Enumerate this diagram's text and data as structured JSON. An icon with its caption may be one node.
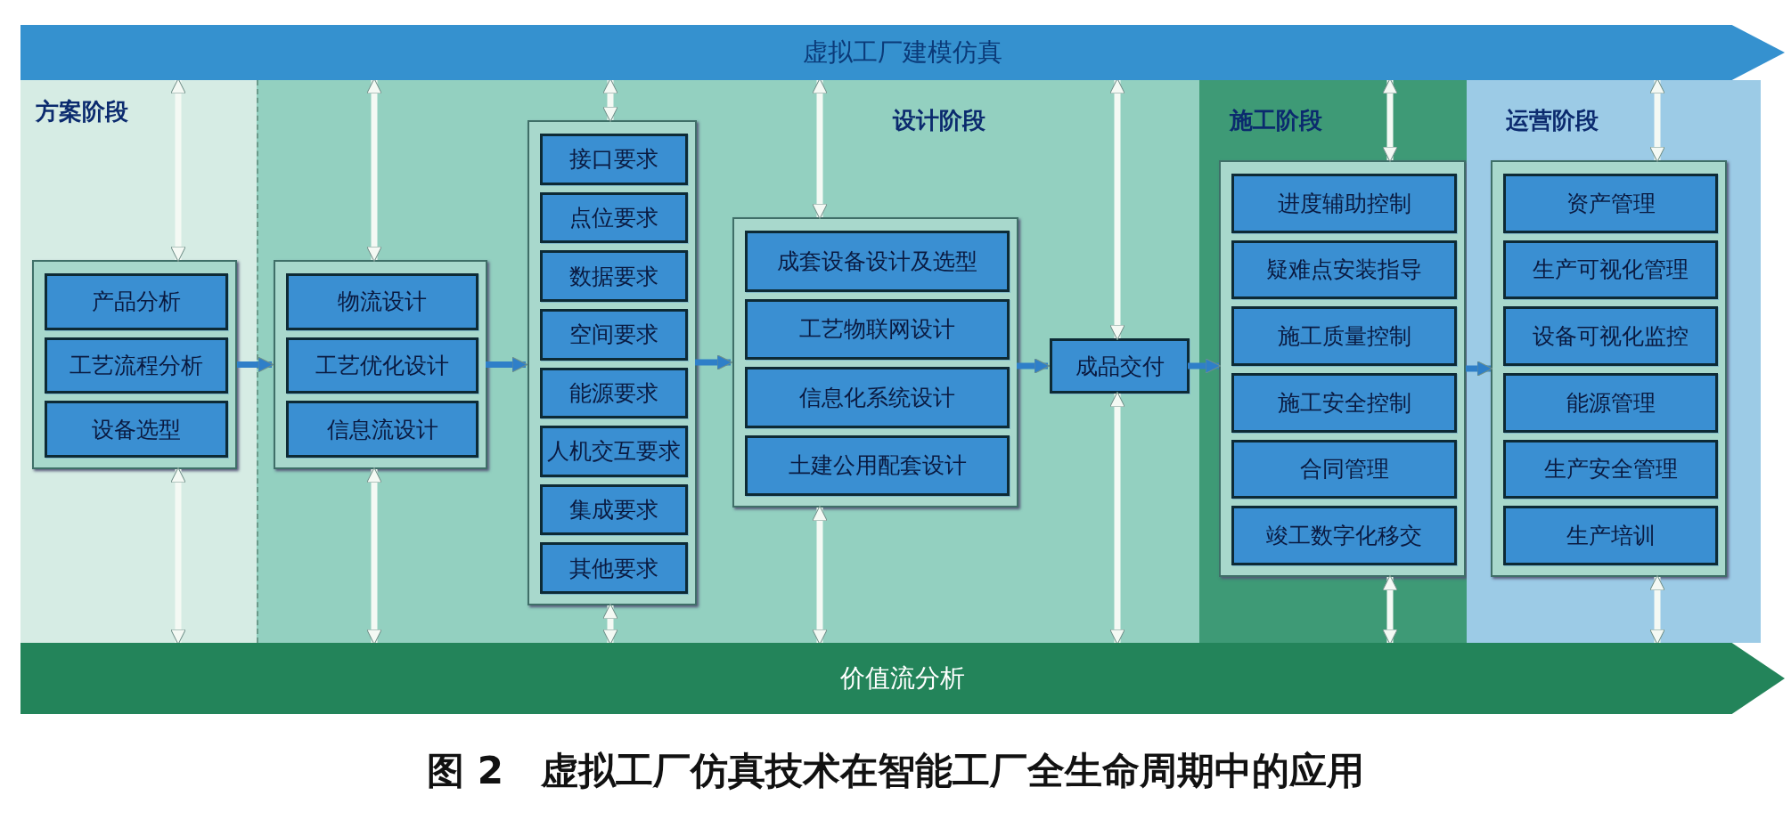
{
  "diagram": {
    "caption": "图 2　虚拟工厂仿真技术在智能工厂全生命周期中的应用",
    "nodes": [
      {
        "text": [
          "虚拟工厂建模仿真"
        ]
      },
      {
        "text": [
          "方案阶段"
        ]
      },
      {
        "text": [],
        "shape": "box",
        "in": 1
      },
      {
        "text": [
          "产品分析"
        ],
        "in": 2
      },
      {
        "text": [
          "工艺流程分析"
        ],
        "in": 2
      },
      {
        "text": [
          "设备选型"
        ],
        "in": 2
      },
      {
        "text": [
          "设计阶段"
        ]
      },
      {
        "text": [],
        "shape": "box",
        "in": 6
      },
      {
        "text": [
          "物流设计"
        ],
        "in": 7
      },
      {
        "text": [
          "工艺优化设计"
        ],
        "in": 7
      },
      {
        "text": [
          "信息流设计"
        ],
        "in": 7
      },
      {
        "text": [],
        "shape": "box",
        "in": 6
      },
      {
        "text": [
          "接口要求"
        ],
        "in": 11
      },
      {
        "text": [
          "点位要求"
        ],
        "in": 11
      },
      {
        "text": [
          "数据要求"
        ],
        "in": 11
      },
      {
        "text": [
          "空间要求"
        ],
        "in": 11
      },
      {
        "text": [
          "能源要求"
        ],
        "in": 11
      },
      {
        "text": [
          "人机交互要求"
        ],
        "in": 11
      },
      {
        "text": [
          "集成要求"
        ],
        "in": 11
      },
      {
        "text": [
          "其他要求"
        ],
        "in": 11
      },
      {
        "text": [],
        "shape": "box",
        "in": 6
      },
      {
        "text": [
          "成套设备设计及选型"
        ],
        "in": 20
      },
      {
        "text": [
          "工艺物联网设计"
        ],
        "in": 20
      },
      {
        "text": [
          "信息化系统设计"
        ],
        "in": 20
      },
      {
        "text": [
          "土建公用配套设计"
        ],
        "in": 20
      },
      {
        "text": [
          "成品交付"
        ],
        "in": 6
      },
      {
        "text": [
          "施工阶段"
        ]
      },
      {
        "text": [],
        "shape": "box",
        "in": 26
      },
      {
        "text": [
          "进度辅助控制"
        ],
        "in": 27
      },
      {
        "text": [
          "疑难点安装指导"
        ],
        "in": 27
      },
      {
        "text": [
          "施工质量控制"
        ],
        "in": 27
      },
      {
        "text": [
          "施工安全控制"
        ],
        "in": 27
      },
      {
        "text": [
          "合同管理"
        ],
        "in": 27
      },
      {
        "text": [
          "竣工数字化移交"
        ],
        "in": 27
      },
      {
        "text": [
          "运营阶段"
        ]
      },
      {
        "text": [],
        "shape": "box",
        "in": 34
      },
      {
        "text": [
          "资产管理"
        ],
        "in": 35
      },
      {
        "text": [
          "生产可视化管理"
        ],
        "in": 35
      },
      {
        "text": [
          "设备可视化监控"
        ],
        "in": 35
      },
      {
        "text": [
          "能源管理"
        ],
        "in": 35
      },
      {
        "text": [
          "生产安全管理"
        ],
        "in": 35
      },
      {
        "text": [
          "生产培训"
        ],
        "in": 35
      },
      {
        "text": [
          "价值流分析"
        ]
      }
    ],
    "edges": [
      {
        "from": 2,
        "to": 7,
        "arrow": "to",
        "color": "#2f7fc8"
      },
      {
        "from": 7,
        "to": 11,
        "arrow": "to",
        "color": "#2f7fc8"
      },
      {
        "from": 11,
        "to": 20,
        "arrow": "to",
        "color": "#2f7fc8"
      },
      {
        "from": 20,
        "to": 25,
        "arrow": "to",
        "color": "#2f7fc8"
      },
      {
        "from": 25,
        "to": 27,
        "arrow": "to",
        "color": "#2f7fc8"
      },
      {
        "from": 27,
        "to": 35,
        "arrow": "to",
        "color": "#2f7fc8"
      },
      {
        "from": 0,
        "to": 2,
        "arrow": "both"
      },
      {
        "from": 2,
        "to": 42,
        "arrow": "both"
      },
      {
        "from": 0,
        "to": 7,
        "arrow": "both"
      },
      {
        "from": 7,
        "to": 42,
        "arrow": "both"
      },
      {
        "from": 0,
        "to": 11,
        "arrow": "both"
      },
      {
        "from": 11,
        "to": 42,
        "arrow": "both"
      },
      {
        "from": 0,
        "to": 20,
        "arrow": "both"
      },
      {
        "from": 20,
        "to": 42,
        "arrow": "both"
      },
      {
        "from": 0,
        "to": 25,
        "arrow": "both"
      },
      {
        "from": 25,
        "to": 42,
        "arrow": "both"
      },
      {
        "from": 0,
        "to": 27,
        "arrow": "both"
      },
      {
        "from": 27,
        "to": 42,
        "arrow": "both"
      },
      {
        "from": 0,
        "to": 35,
        "arrow": "both"
      },
      {
        "from": 35,
        "to": 42,
        "arrow": "both"
      }
    ]
  }
}
